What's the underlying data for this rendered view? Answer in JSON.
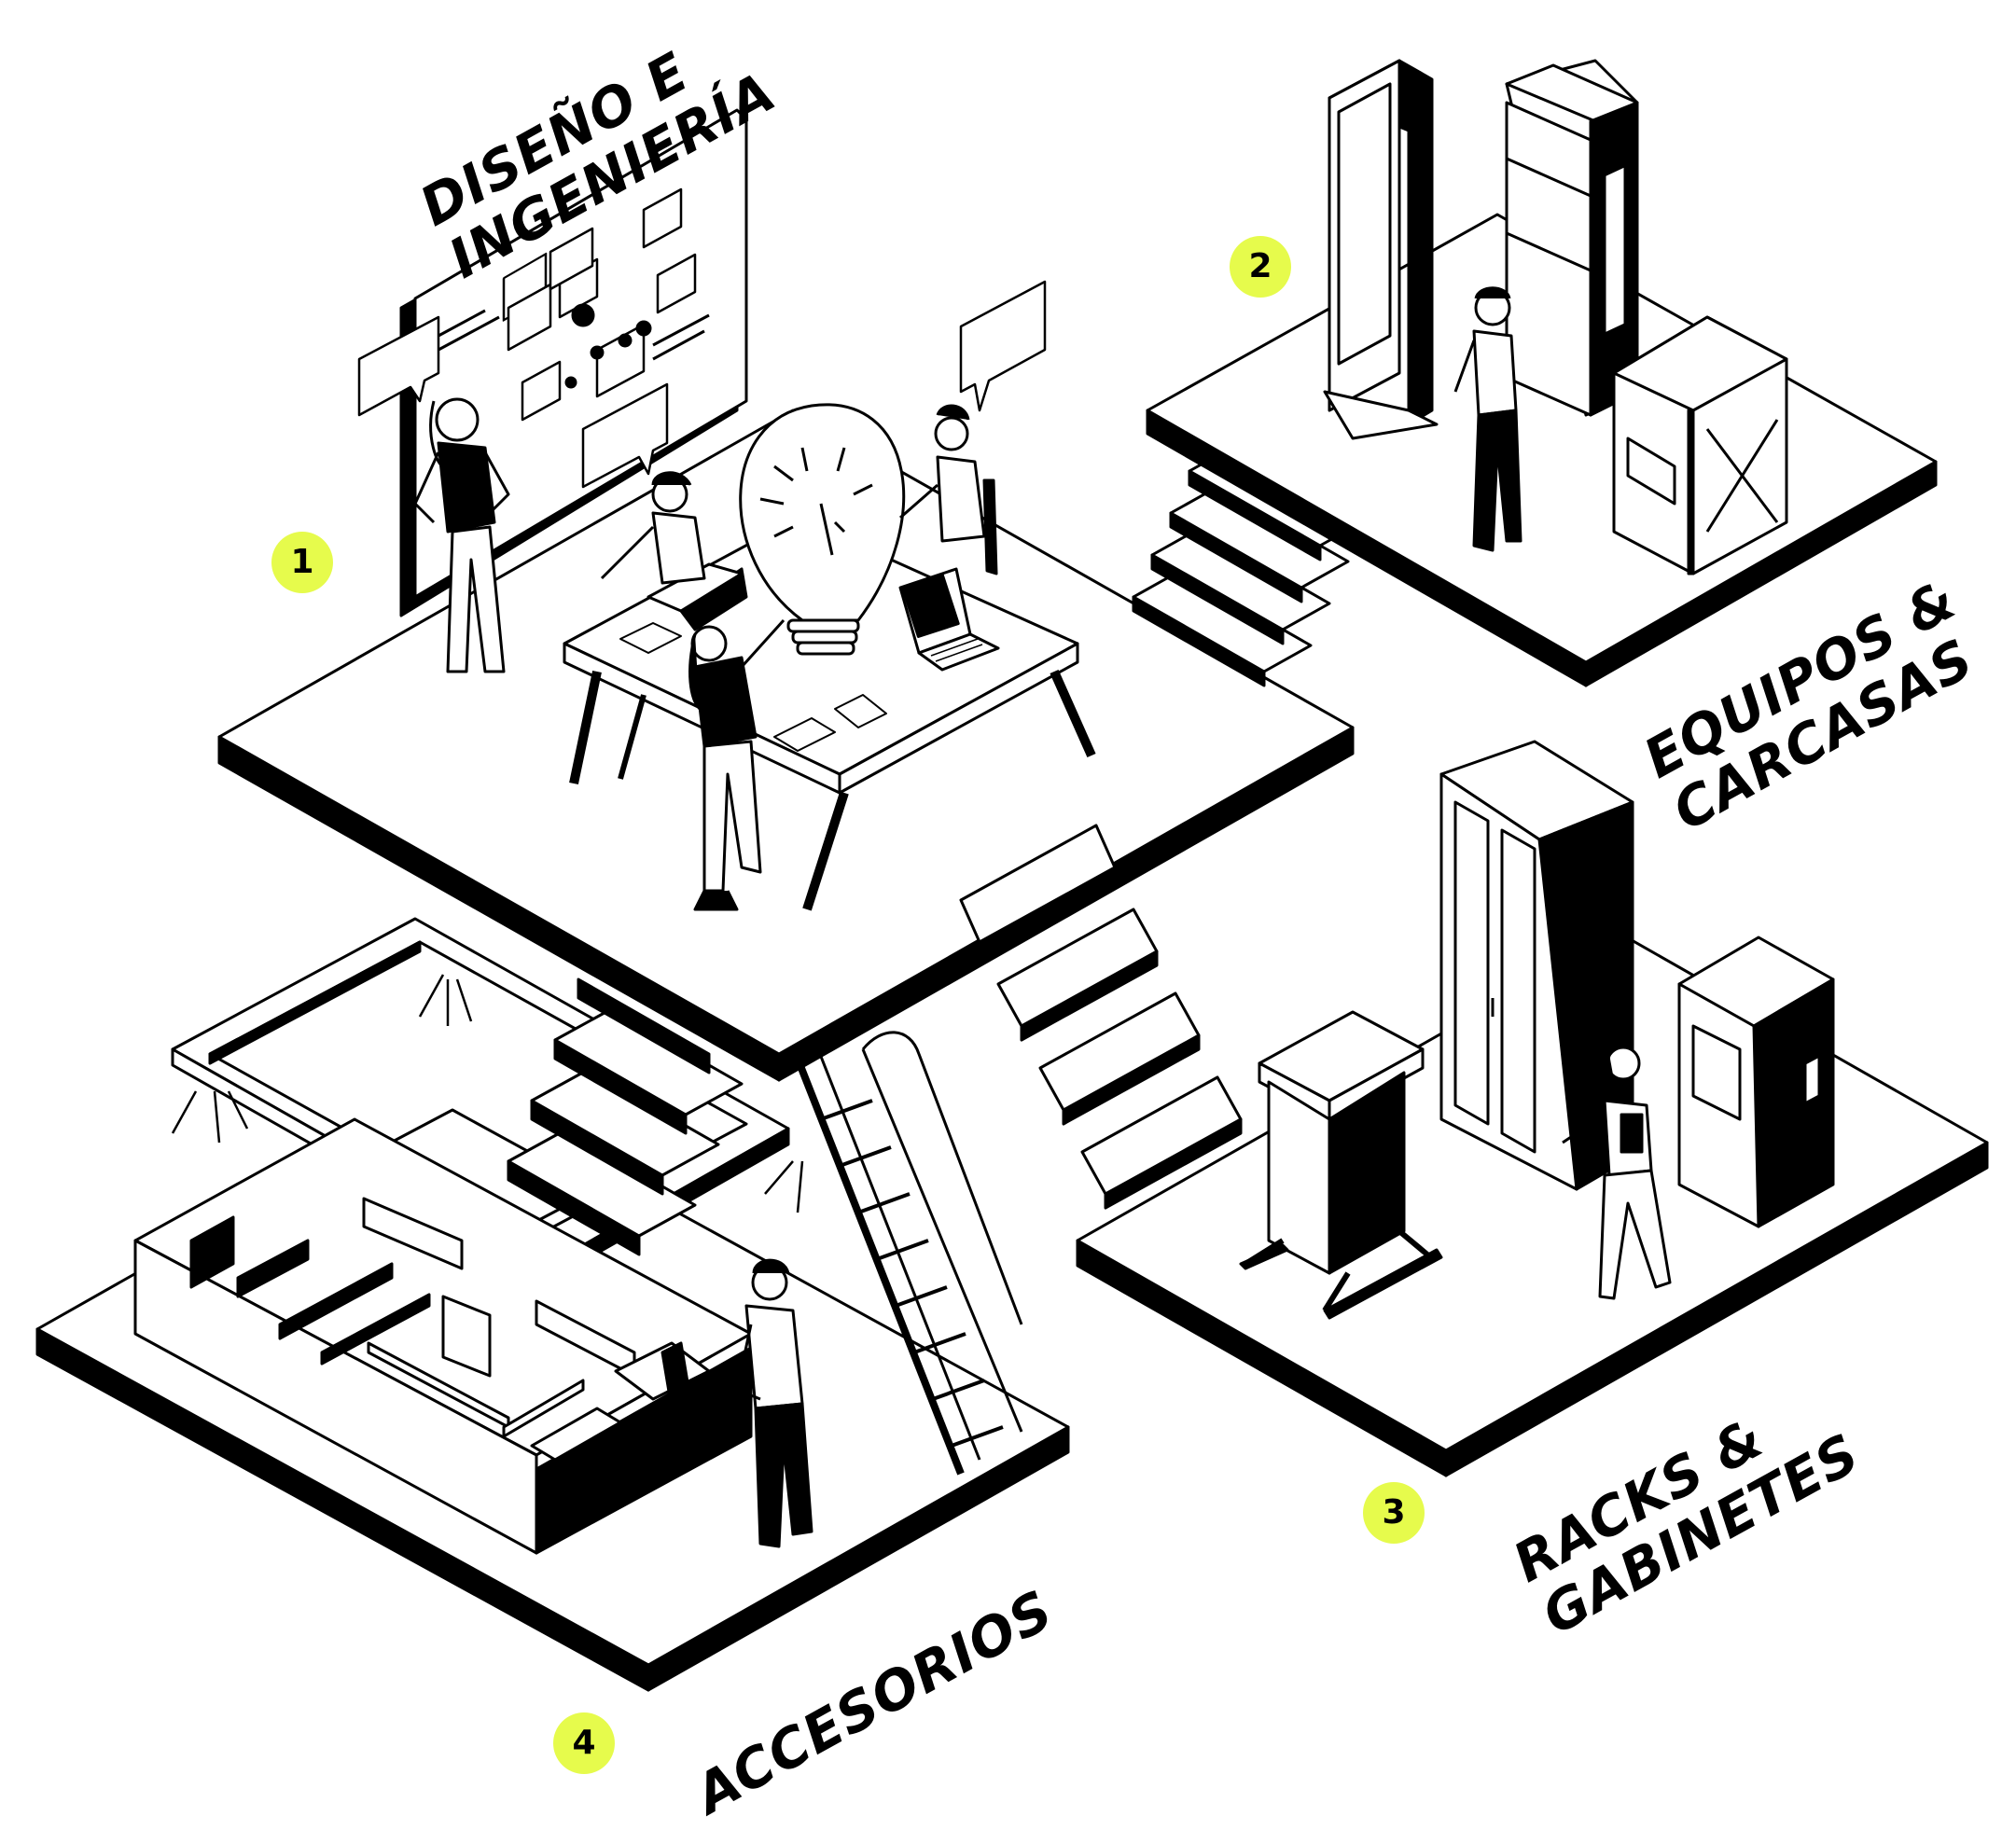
{
  "colors": {
    "accent": "#e6fb4c",
    "ink": "#000000",
    "paper": "#ffffff"
  },
  "sections": [
    {
      "number": "1",
      "title_lines": [
        "DISEÑO E",
        "INGENIERÍA"
      ]
    },
    {
      "number": "2",
      "title_lines": [
        "EQUIPOS &",
        "CARCASAS"
      ]
    },
    {
      "number": "3",
      "title_lines": [
        "RACKS &",
        "GABINETES"
      ]
    },
    {
      "number": "4",
      "title_lines": [
        "ACCESORIOS"
      ]
    }
  ]
}
